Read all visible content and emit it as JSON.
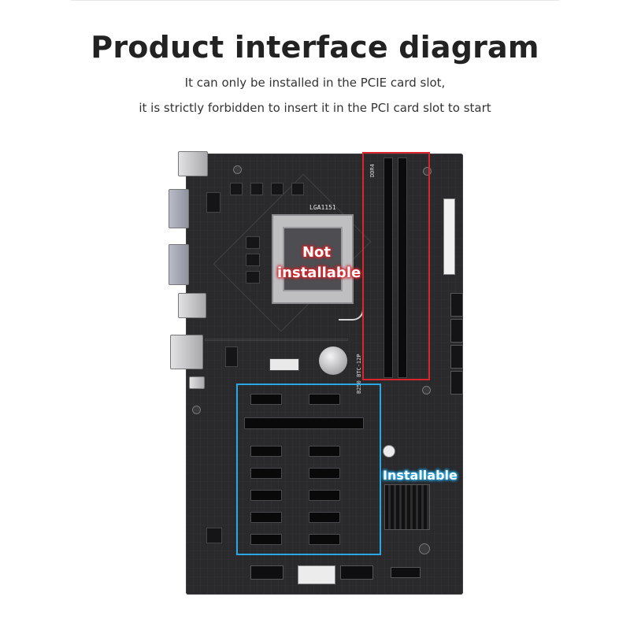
{
  "header": {
    "title": "Product interface diagram",
    "subtitle_line1": "It can only be installed in the PCIE card slot,",
    "subtitle_line2": "it is strictly forbidden to insert it in the PCI card slot to start"
  },
  "board": {
    "socket_label": "LGA1151",
    "ram_label": "DDR4",
    "pcie_silk_label": "B250 BTC-12P"
  },
  "annotations": {
    "not_installable_line1": "Not",
    "not_installable_line2": "installable",
    "installable": "Installable"
  },
  "colors": {
    "not_installable_frame": "#d8262c",
    "installable_frame": "#2aa8e3"
  }
}
